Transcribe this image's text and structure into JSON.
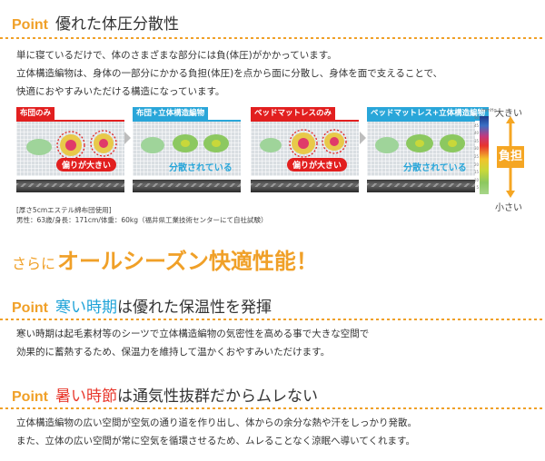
{
  "section1": {
    "point": "Point",
    "accent": "優れた体圧分散性",
    "lines": [
      "単に寝ているだけで、体のさまざまな部分には負(体圧)がかかっています。",
      "立体構造編物は、身体の一部分にかかる負担(体圧)を点から面に分散し、身体を面で支えることで、",
      "快適におやすみいただける構造になっています。"
    ]
  },
  "panels": [
    {
      "tab": "布団のみ",
      "callout": "偏りが大きい",
      "tone": "red"
    },
    {
      "tab": "布団+立体構造編物",
      "callout": "分散されている",
      "tone": "blue"
    },
    {
      "tab": "ベッドマットレスのみ",
      "callout": "偏りが大きい",
      "tone": "red"
    },
    {
      "tab": "ベッドマットレス+立体構造編物",
      "callout": "分散されている",
      "tone": "blue"
    }
  ],
  "scale": {
    "unit": "mmHg",
    "ticks": [
      "50",
      "45",
      "40",
      "35",
      "30",
      "25",
      "20",
      "15",
      "10",
      "5"
    ],
    "big": "大きい",
    "small": "小さい",
    "label": "負担"
  },
  "caption": {
    "line1": "[厚さ5cmエステル綿布団使用]",
    "line2": "男性：63歳/身長：171cm/体重：60kg（福井県工業技術センターにて自社試験）"
  },
  "tagline": {
    "small": "さらに",
    "big": "オールシーズン快適性能！"
  },
  "section2": {
    "point": "Point",
    "accent": "寒い時期",
    "rest": "は優れた保温性を発揮",
    "lines": [
      "寒い時期は起毛素材等のシーツで立体構造編物の気密性を高める事で大きな空間で",
      "効果的に蓄熱するため、保温力を維持して温かくおやすみいただけます。"
    ]
  },
  "section3": {
    "point": "Point",
    "accent": "暑い時節",
    "rest": "は通気性抜群だからムレない",
    "lines": [
      "立体構造編物の広い空間が空気の通り道を作り出し、体からの余分な熱や汗をしっかり発散。",
      "また、立体の広い空間が常に空気を循環させるため、ムレることなく涼眠へ導いてくれます。"
    ]
  },
  "colors": {
    "point": "#f0a028",
    "red": "#e21f1f",
    "blue": "#29a6d9"
  }
}
